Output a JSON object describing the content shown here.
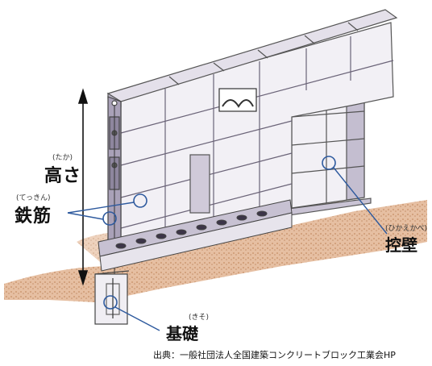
{
  "labels": {
    "height": {
      "ruby": "(たか)",
      "text": "高さ"
    },
    "rebar": {
      "ruby": "(てっきん)",
      "text": "鉄筋"
    },
    "buttress": {
      "ruby": "(ひかえかべ)",
      "text": "控壁"
    },
    "foundation": {
      "ruby": "(きそ)",
      "text": "基礎"
    }
  },
  "source": "出典：一般社団法人全国建築コンクリートブロック工業会HP",
  "colors": {
    "callout_line": "#2e5a9e",
    "ground": "#d9a57a",
    "block_face": "#f2f0f5",
    "block_shade": "#b9b3c6",
    "mortar_line": "#6b6478"
  }
}
